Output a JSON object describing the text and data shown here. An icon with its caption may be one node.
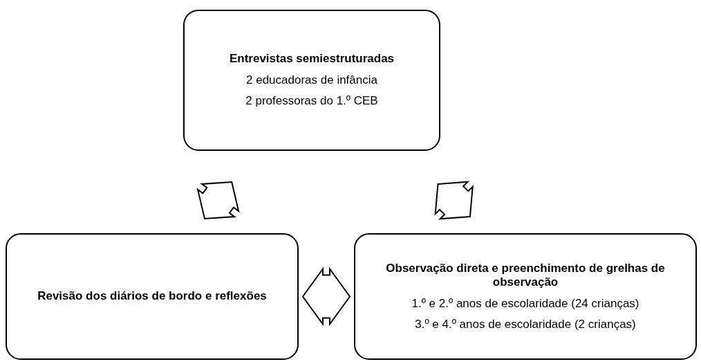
{
  "diagram": {
    "nodes": [
      {
        "text": [
          "Entrevistas semiestruturadas",
          "2 educadoras de infância",
          "2 professoras do 1.º CEB"
        ]
      },
      {
        "text": [
          "Revisão dos diários de bordo e reflexões"
        ]
      },
      {
        "text": [
          "Observação direta e preenchimento de grelhas de observação",
          "1.º e 2.º anos de escolaridade (24 crianças)",
          "3.º e 4.º anos de escolaridade (2 crianças)"
        ]
      }
    ],
    "edges": [
      {
        "from": 0,
        "to": 1,
        "arrow": "both"
      },
      {
        "from": 1,
        "to": 2,
        "arrow": "both"
      },
      {
        "from": 0,
        "to": 2,
        "arrow": "both"
      }
    ]
  }
}
